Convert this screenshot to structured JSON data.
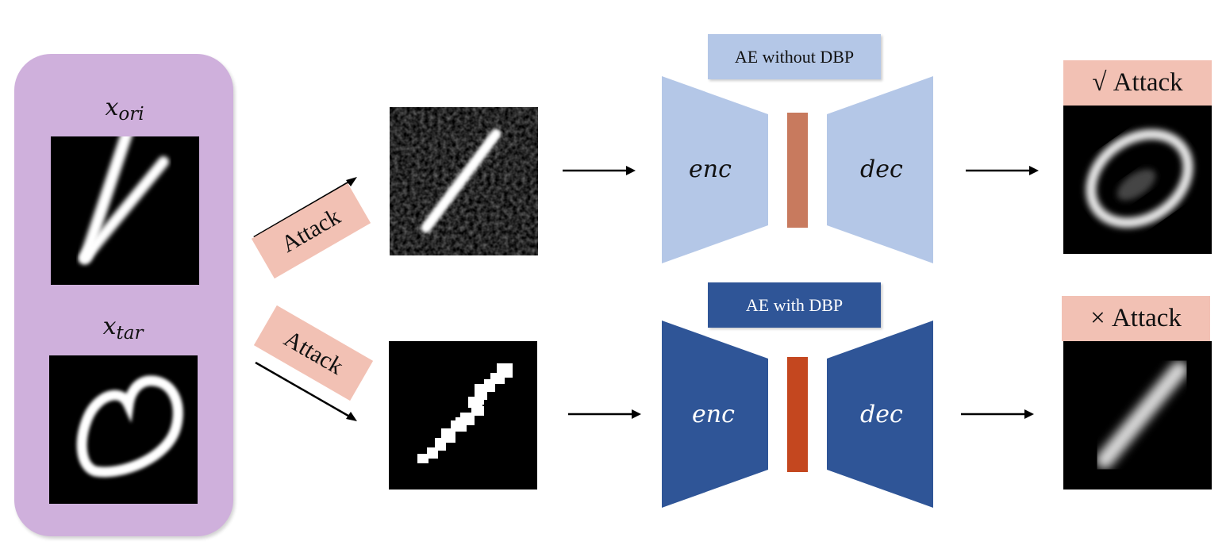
{
  "inputs": {
    "original_label": {
      "base": "x",
      "sub": "ori"
    },
    "target_label": {
      "base": "x",
      "sub": "tar"
    }
  },
  "attacks": {
    "top_label": "Attack",
    "bottom_label": "Attack"
  },
  "models": {
    "top": {
      "title": "AE without DBP",
      "encoder": "enc",
      "decoder": "dec",
      "color": "#b4c7e7",
      "bottleneck_color": "#c87a5e",
      "text_color": "#111111"
    },
    "bottom": {
      "title": "AE with DBP",
      "encoder": "enc",
      "decoder": "dec",
      "color": "#2f5597",
      "bottleneck_color": "#c4471f",
      "text_color": "#ffffff"
    }
  },
  "results": {
    "top": {
      "mark": "√",
      "label": "Attack"
    },
    "bottom": {
      "mark": "×",
      "label": "Attack"
    }
  },
  "icons": [
    "arrow-right-icon",
    "arrow-diagonal-icon"
  ]
}
